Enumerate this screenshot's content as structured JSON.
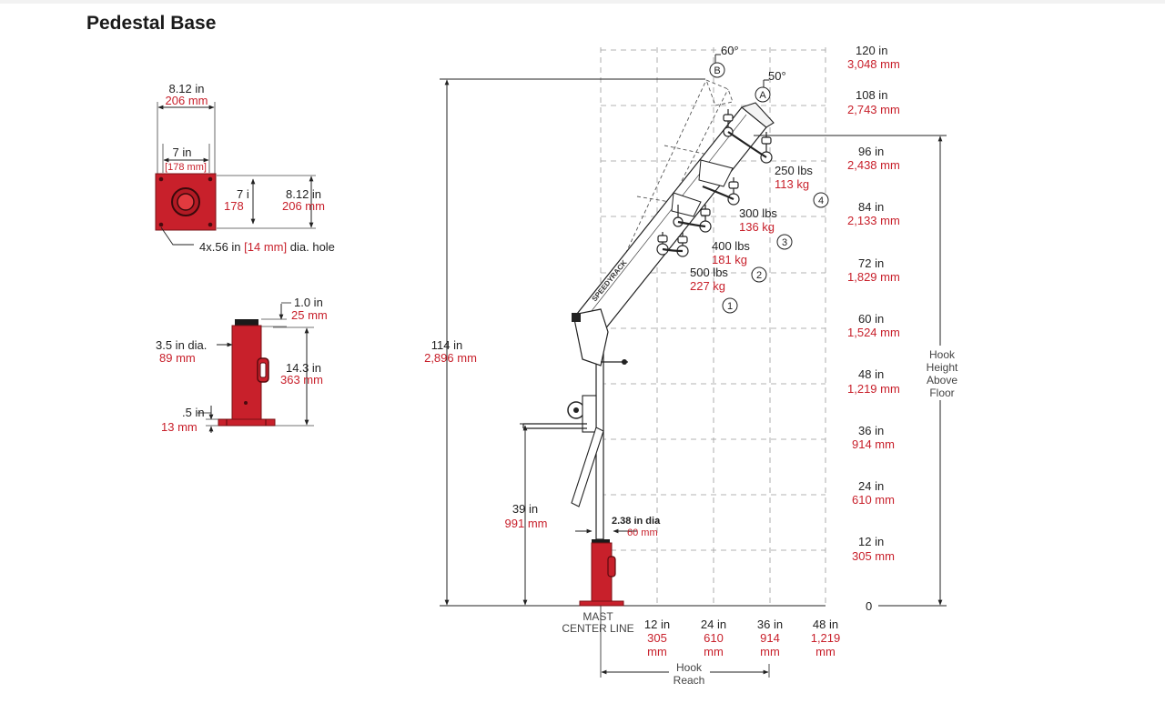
{
  "title": "Pedestal Base",
  "colors": {
    "accent": "#c8202b",
    "body": "#1e1e1e",
    "grid": "#9a9a9a",
    "line": "#222222"
  },
  "top_view": {
    "width_in": "8.12 in",
    "width_mm": "206 mm",
    "inner_in": "7 in",
    "inner_mm": "[178 mm]",
    "height_small_in": "7 i",
    "height_small_mm": "178",
    "height_in": "8.12 in",
    "height_mm": "206 mm",
    "hole_a": "4x.56 in",
    "hole_b": "[14 mm]",
    "hole_c": "dia. hole"
  },
  "side_view": {
    "cap_in": "1.0 in",
    "cap_mm": "25 mm",
    "dia_in": "3.5 in dia.",
    "dia_mm": "89 mm",
    "height_in": "14.3 in",
    "height_mm": "363 mm",
    "plate_in": ".5 in",
    "plate_mm": "13 mm"
  },
  "crane": {
    "overall_in": "114 in",
    "overall_mm": "2,896 mm",
    "mount_in": "39 in",
    "mount_mm": "991 mm",
    "mast_dia_in": "2.38 in dia",
    "mast_dia_mm": "60 mm",
    "angle_b": "60°",
    "angle_a": "50°",
    "pos_b": "B",
    "pos_a": "A",
    "mast_label_1": "MAST",
    "mast_label_2": "CENTER LINE",
    "loads": [
      {
        "num": "4",
        "lbs": "250 lbs",
        "kg": "113 kg"
      },
      {
        "num": "3",
        "lbs": "300 lbs",
        "kg": "136 kg"
      },
      {
        "num": "2",
        "lbs": "400 lbs",
        "kg": "181 kg"
      },
      {
        "num": "1",
        "lbs": "500 lbs",
        "kg": "227 kg"
      }
    ]
  },
  "height_scale": [
    {
      "in": "120 in",
      "mm": "3,048 mm"
    },
    {
      "in": "108 in",
      "mm": "2,743 mm"
    },
    {
      "in": "96 in",
      "mm": "2,438 mm"
    },
    {
      "in": "84 in",
      "mm": "2,133 mm"
    },
    {
      "in": "72 in",
      "mm": "1,829 mm"
    },
    {
      "in": "60 in",
      "mm": "1,524 mm"
    },
    {
      "in": "48 in",
      "mm": "1,219 mm"
    },
    {
      "in": "36 in",
      "mm": "914 mm"
    },
    {
      "in": "24 in",
      "mm": "610 mm"
    },
    {
      "in": "12 in",
      "mm": "305 mm"
    },
    {
      "in": "0",
      "mm": ""
    }
  ],
  "hook_height_label": [
    "Hook",
    "Height",
    "Above",
    "Floor"
  ],
  "reach_scale": [
    {
      "in": "12 in",
      "mm1": "305",
      "mm2": "mm"
    },
    {
      "in": "24 in",
      "mm1": "610",
      "mm2": "mm"
    },
    {
      "in": "36 in",
      "mm1": "914",
      "mm2": "mm"
    },
    {
      "in": "48 in",
      "mm1": "1,219",
      "mm2": "mm"
    }
  ],
  "hook_reach_label": [
    "Hook",
    "Reach"
  ]
}
